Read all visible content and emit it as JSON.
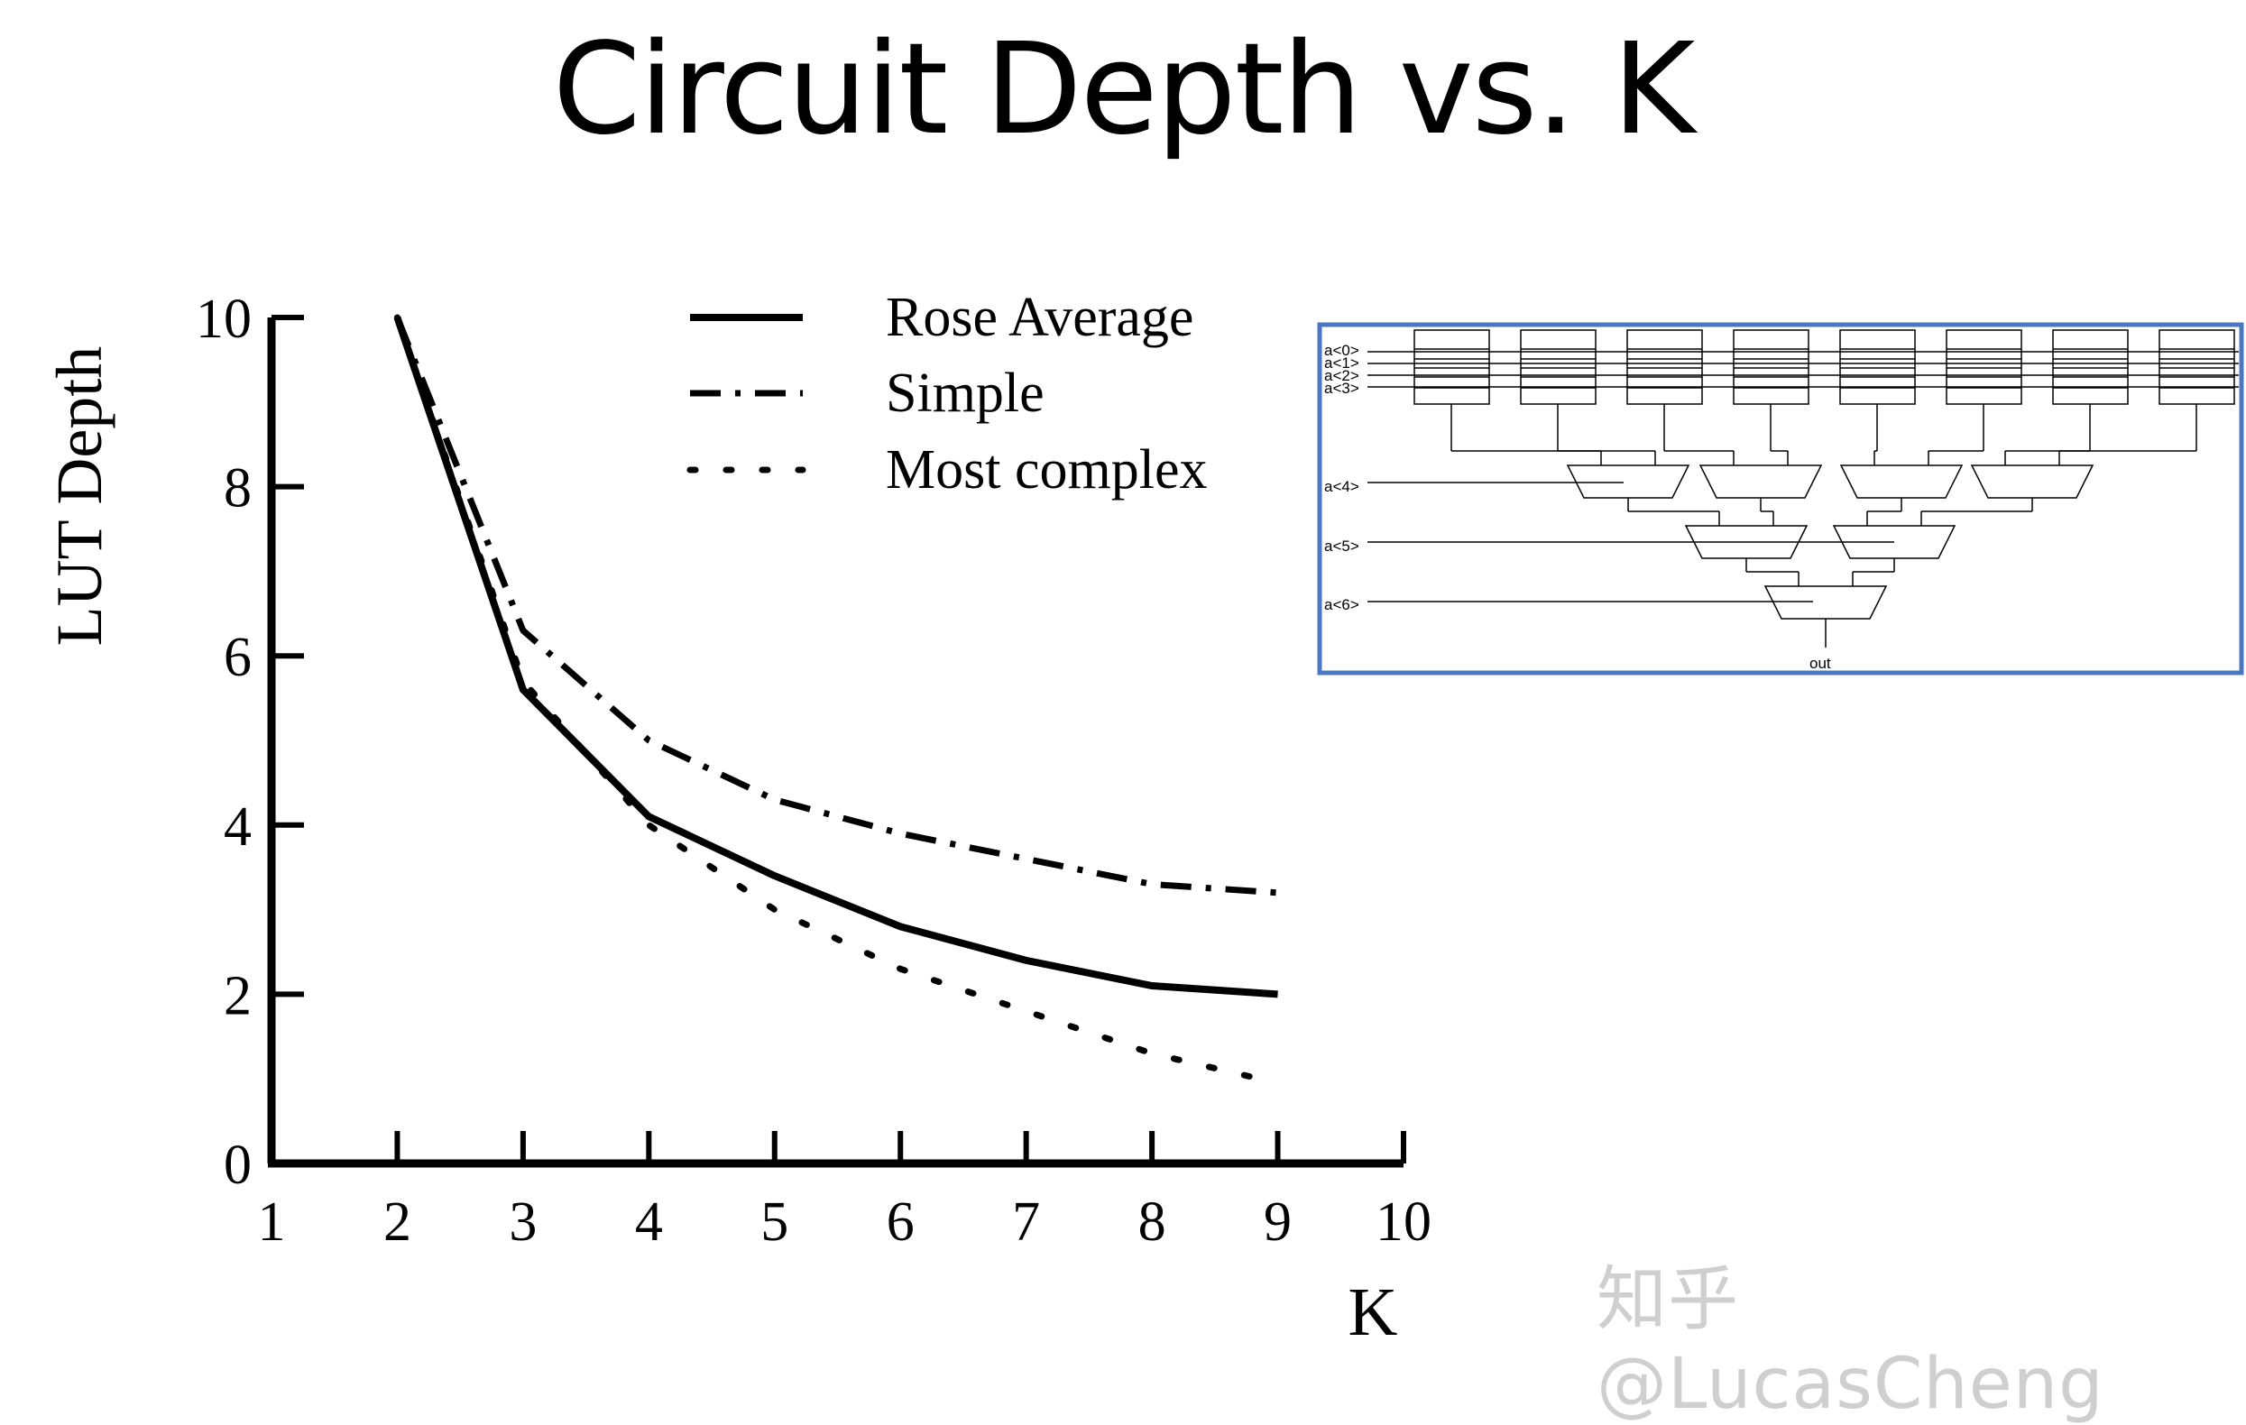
{
  "page": {
    "title": "Circuit Depth vs. K",
    "watermark": "知乎 @LucasCheng"
  },
  "chart_data": {
    "type": "line",
    "xlabel": "K",
    "ylabel": "LUT Depth",
    "xlim": [
      1,
      10
    ],
    "ylim": [
      0,
      10
    ],
    "x_ticks": [
      1,
      2,
      3,
      4,
      5,
      6,
      7,
      8,
      9,
      10
    ],
    "y_ticks": [
      0,
      2,
      4,
      6,
      8,
      10
    ],
    "legend_position": "top-right",
    "series": [
      {
        "name": "Rose Average",
        "style": "solid",
        "x": [
          2,
          3,
          4,
          5,
          6,
          7,
          8,
          9
        ],
        "y": [
          10,
          5.6,
          4.1,
          3.4,
          2.8,
          2.4,
          2.1,
          2.0
        ]
      },
      {
        "name": "Simple",
        "style": "dash-dot",
        "x": [
          2,
          3,
          4,
          5,
          6,
          7,
          8,
          9
        ],
        "y": [
          10,
          6.3,
          5.0,
          4.3,
          3.9,
          3.6,
          3.3,
          3.2
        ]
      },
      {
        "name": "Most complex",
        "style": "dotted",
        "x": [
          2,
          3,
          4,
          5,
          6,
          7,
          8,
          9
        ],
        "y": [
          10,
          5.7,
          4.0,
          3.0,
          2.3,
          1.8,
          1.3,
          0.95
        ]
      }
    ],
    "colors": {
      "lines": "#000000",
      "axis": "#000000"
    }
  },
  "diagram": {
    "inputs_top": [
      "a<0>",
      "a<1>",
      "a<2>",
      "a<3>"
    ],
    "mux_selects": [
      "a<4>",
      "a<5>",
      "a<6>"
    ],
    "output_label": "out",
    "border_color": "#4a78c0"
  }
}
